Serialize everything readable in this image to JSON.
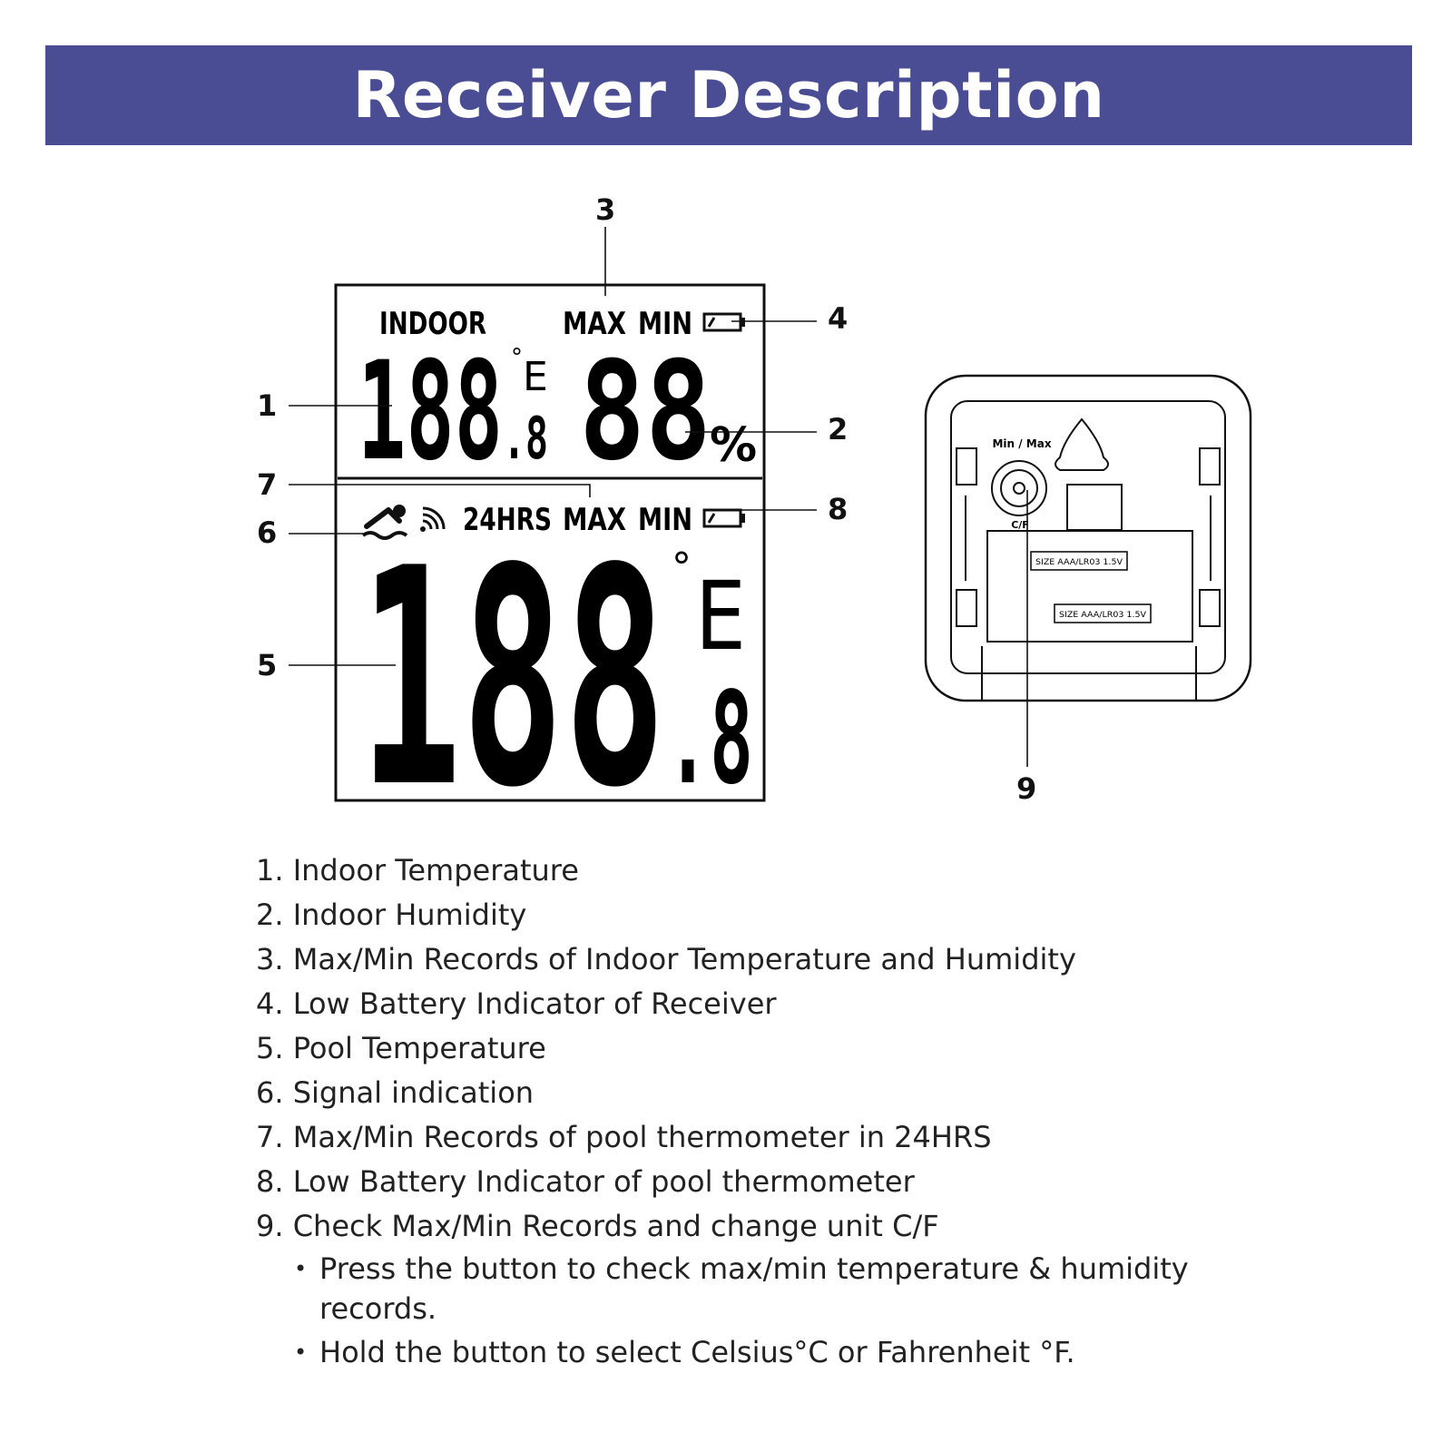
{
  "banner": {
    "title": "Receiver Description"
  },
  "lcd": {
    "indoor_label": "INDOOR",
    "max_label": "MAX",
    "min_label": "MIN",
    "temp_digits": "188",
    "temp_decimal": ".8",
    "temp_unit_degree": "°",
    "temp_unit_letter": "E",
    "humidity_digits": "88",
    "humidity_unit": "%",
    "hrs_label": "24HRS",
    "pool_max_label": "MAX",
    "pool_min_label": "MIN",
    "pool_digits": "188",
    "pool_decimal": ".8",
    "pool_unit_degree": "°",
    "pool_unit_letter": "E"
  },
  "back_panel": {
    "button_label": "Min / Max",
    "unit_label": "C/F",
    "battery_1": "SIZE AAA/LR03 1.5V",
    "battery_2": "SIZE AAA/LR03 1.5V"
  },
  "callouts": [
    "1",
    "2",
    "3",
    "4",
    "5",
    "6",
    "7",
    "8",
    "9"
  ],
  "legend": {
    "items": [
      "1. Indoor Temperature",
      "2. Indoor Humidity",
      "3. Max/Min Records of Indoor Temperature and Humidity",
      "4. Low Battery Indicator of Receiver",
      "5. Pool Temperature",
      "6. Signal indication",
      "7. Max/Min Records of pool thermometer in 24HRS",
      "8. Low Battery Indicator of pool thermometer",
      "9. Check Max/Min Records and change unit C/F"
    ],
    "sub_items": [
      "Press the button to check max/min temperature & humidity records.",
      "Hold the button to select Celsius°C or Fahrenheit °F."
    ]
  }
}
